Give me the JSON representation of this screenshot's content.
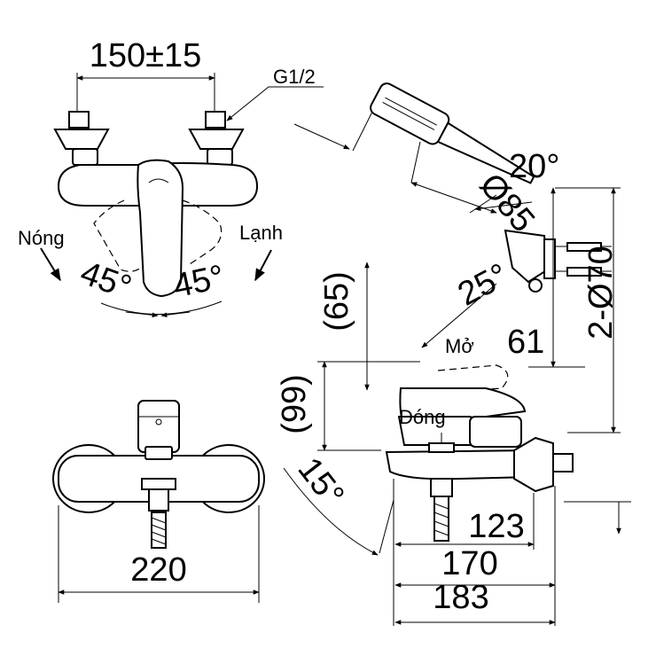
{
  "top_view": {
    "spacing": "150±15",
    "thread": "G1/2",
    "hot_label": "Nóng",
    "cold_label": "Lạnh",
    "angle_left": "45°",
    "angle_right": "45°"
  },
  "front_view": {
    "width": "220"
  },
  "side_view": {
    "dim_65": "(65)",
    "dim_99": "(99)",
    "open_label": "Mở",
    "closed_label": "Đóng",
    "angle_15": "15°",
    "dim_61": "61",
    "dim_123": "123",
    "dim_170": "170",
    "dim_183": "183",
    "dim_20": "20°",
    "dim_25": "25°",
    "dim_d85": "Ø85",
    "dim_2d70": "2-Ø70"
  }
}
